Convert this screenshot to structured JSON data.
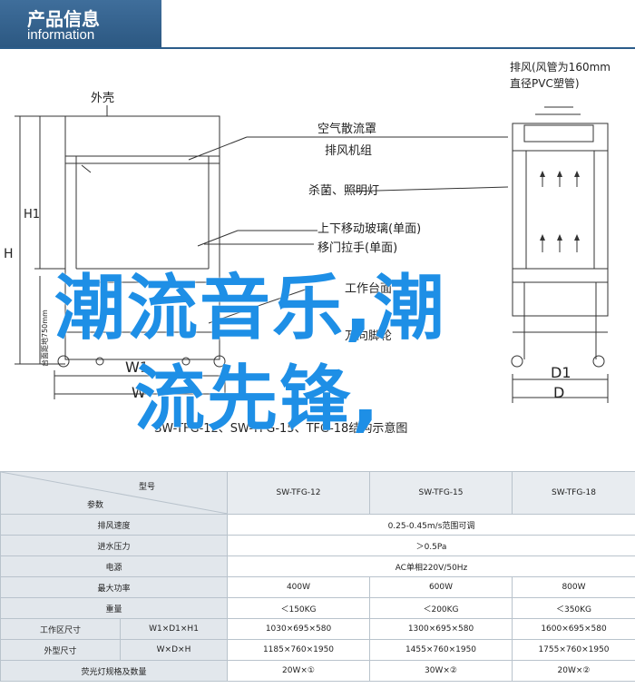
{
  "header": {
    "title_cn": "产品信息",
    "title_en": "information"
  },
  "diagram": {
    "labels": {
      "shell": "外壳",
      "exhaust_pipe": "排风(风管为160mm",
      "exhaust_pipe2": "直径PVC塑管)",
      "diffuser": "空气散流罩",
      "fan": "排风机组",
      "uv_lamp": "杀菌、照明灯",
      "glass_door": "上下移动玻璃(单面)",
      "handle": "移门拉手(单面)",
      "work_surface": "工作台面",
      "wheels": "万向脚轮",
      "dim_h": "H",
      "dim_h1": "H1",
      "dim_750": "台面距地750mm",
      "dim_w": "W",
      "dim_w1": "W1",
      "dim_d": "D",
      "dim_d1": "D1",
      "caption": "SW-TFG-12、SW-TFG-15、TFG-18结构示意图"
    }
  },
  "overlay": {
    "line1": "潮流音乐,潮",
    "line2": "流先锋,"
  },
  "table": {
    "header_top": "型号",
    "header_bottom": "参数",
    "models": [
      "SW-TFG-12",
      "SW-TFG-15",
      "SW-TFG-18"
    ],
    "rows": [
      {
        "label": "排风速度",
        "merged": "0.25-0.45m/s范围可调"
      },
      {
        "label": "进水压力",
        "merged": "＞0.5Pa"
      },
      {
        "label": "电源",
        "merged": "AC单相220V/50Hz"
      },
      {
        "label": "最大功率",
        "values": [
          "400W",
          "600W",
          "800W"
        ]
      },
      {
        "label": "重量",
        "values": [
          "＜150KG",
          "＜200KG",
          "＜350KG"
        ]
      },
      {
        "label": "工作区尺寸",
        "sub": "W1×D1×H1",
        "values": [
          "1030×695×580",
          "1300×695×580",
          "1600×695×580"
        ]
      },
      {
        "label": "外型尺寸",
        "sub": "W×D×H",
        "values": [
          "1185×760×1950",
          "1455×760×1950",
          "1755×760×1950"
        ]
      },
      {
        "label": "荧光灯规格及数量",
        "values": [
          "20W×①",
          "30W×②",
          "20W×②"
        ]
      }
    ]
  }
}
